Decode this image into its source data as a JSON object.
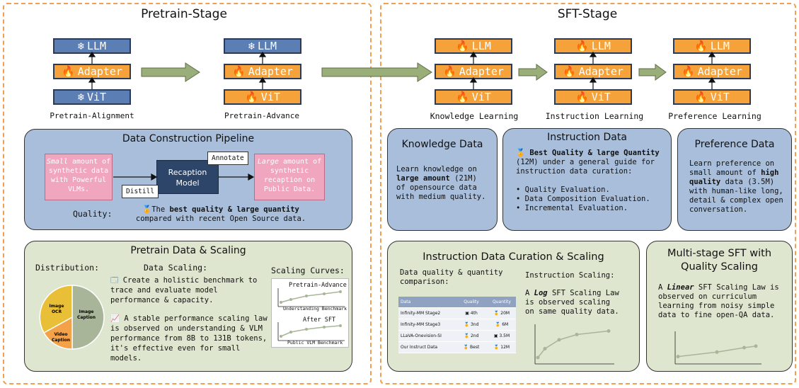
{
  "colors": {
    "orange": "#f5a23a",
    "blue": "#5b7fb5",
    "border": "#f0a050",
    "bluePanel": "#a8bedb",
    "greenPanel": "#dfe6cf",
    "pink": "#f0a6be",
    "arrow": "#9aae7a"
  },
  "pretrain": {
    "title": "Pretrain-Stage",
    "alignment": {
      "llm": "LLM",
      "adapter": "Adapter",
      "vit": "ViT",
      "caption": "Pretrain-Alignment"
    },
    "advance": {
      "llm": "LLM",
      "adapter": "Adapter",
      "vit": "ViT",
      "caption": "Pretrain-Advance"
    },
    "pipeline": {
      "title": "Data Construction Pipeline",
      "left_em": "Small",
      "left_rest": "amount of synthetic data with Powerful VLMs.",
      "model": "Recaption Model",
      "annotate": "Annotate",
      "distill": "Distill",
      "right_em": "Large",
      "right_rest": "amount of synthetic recaption on Public Data.",
      "quality_label": "Quality:",
      "quality_pre": "The ",
      "quality_bold": "best quality & large quantity",
      "quality_post": "compared with recent Open Source data."
    },
    "scaling": {
      "title": "Pretrain Data & Scaling",
      "distribution": "Distribution:",
      "data_scaling": "Data Scaling:",
      "scaling_curves": "Scaling Curves:",
      "bullet1": "Create a holistic benchmark to trace and evaluate model performance & capacity.",
      "bullet2": "A stable performance scaling law is observed on understanding & VLM performance from 8B to 131B tokens, it's effective even for small models.",
      "pie": [
        {
          "label": "Image Caption",
          "value": 50
        },
        {
          "label": "Image OCR",
          "value": 30
        },
        {
          "label": "Video Caption",
          "value": 20
        }
      ],
      "curve1_title": "Pretrain-Advance",
      "curve1_axis": "Understanding Benchmark",
      "curve2_title": "After SFT",
      "curve2_axis": "Public VLM Benchmark"
    }
  },
  "sft": {
    "title": "SFT-Stage",
    "knowledge": {
      "llm": "LLM",
      "adapter": "Adapter",
      "vit": "ViT",
      "caption": "Knowledge Learning"
    },
    "instruction": {
      "llm": "LLM",
      "adapter": "Adapter",
      "vit": "ViT",
      "caption": "Instruction Learning"
    },
    "preference": {
      "llm": "LLM",
      "adapter": "Adapter",
      "vit": "ViT",
      "caption": "Preference Learning"
    },
    "knowledge_data": {
      "title": "Knowledge Data",
      "l1": "Learn knowledge on",
      "bold": "large amount",
      "l2": " (21M)",
      "l3": "of opensource data",
      "l4": "with medium quality."
    },
    "instruction_data": {
      "title": "Instruction Data",
      "bold": "Best Quality & large Quantity",
      "l1": "(12M) under a general guide for",
      "l2": "instruction data curation:",
      "b1": "Quality Evaluation.",
      "b2": "Data Composition Evaluation.",
      "b3": "Incremental Evaluation."
    },
    "preference_data": {
      "title": "Preference Data",
      "l1": "Learn preference on",
      "l2": "small amount of ",
      "bold": "high",
      "bold2": "quality",
      "l3": " data (3.5M)",
      "l4": "with human-like long,",
      "l5": "detail & complex open",
      "l6": "conversation."
    },
    "curation": {
      "title": "Instruction Data Curation & Scaling",
      "sub1": "Data quality & quantity",
      "sub2": "comparison:",
      "inst_scaling": "Instruction Scaling:",
      "law_pre": "A ",
      "law_bold": "Log",
      "law_post": " SFT Scaling Law",
      "law_l2": "is observed scaling",
      "law_l3": "on same quality data.",
      "table": {
        "headers": [
          "Data",
          "Quality",
          "Quantity"
        ],
        "rows": [
          [
            "Infinity-MM Stage2",
            "4th",
            "20M"
          ],
          [
            "Infinity-MM Stage3",
            "3nd",
            "6M"
          ],
          [
            "LLaVA-Onevision-SI",
            "2nd",
            "3.5M"
          ],
          [
            "Our Instruct Data",
            "Best",
            "12M"
          ]
        ]
      },
      "curve": [
        [
          0,
          0.1
        ],
        [
          0.1,
          0.35
        ],
        [
          0.3,
          0.6
        ],
        [
          0.55,
          0.75
        ],
        [
          1,
          0.85
        ]
      ]
    },
    "multistage": {
      "title1": "Multi-stage SFT with",
      "title2": "Quality Scaling",
      "l1_pre": "A ",
      "l1_bold": "Linear",
      "l1_post": " SFT Scaling Law is",
      "l2": "observed on curriculum",
      "l3": "learning from noisy simple",
      "l4": "data to fine open-QA data.",
      "curve": [
        [
          0,
          0.2
        ],
        [
          0.5,
          0.35
        ],
        [
          0.85,
          0.5
        ],
        [
          1,
          0.55
        ]
      ]
    }
  }
}
